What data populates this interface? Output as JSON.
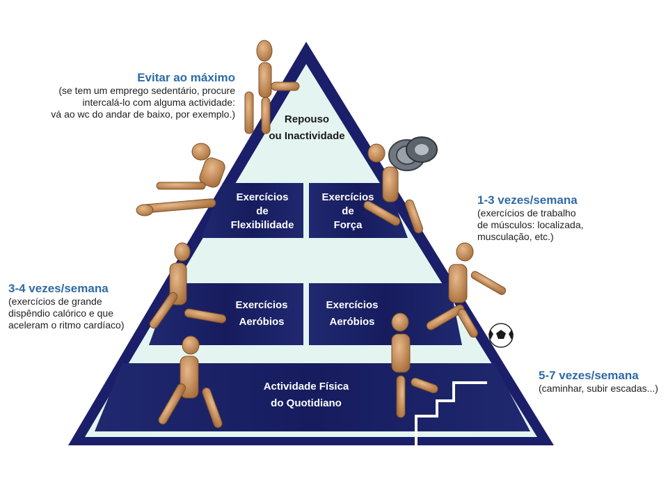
{
  "pyramid": {
    "top": {
      "line1": "Repouso",
      "line2": "ou Inactividade"
    },
    "flex": {
      "line1": "Exercícios",
      "line2": "de",
      "line3": "Flexibilidade"
    },
    "forca": {
      "line1": "Exercícios",
      "line2": "de",
      "line3": "Força"
    },
    "aero_left": {
      "line1": "Exercícios",
      "line2": "Aeróbios"
    },
    "aero_right": {
      "line1": "Exercícios",
      "line2": "Aeróbios"
    },
    "base": {
      "line1": "Actividade Física",
      "line2": "do Quotidiano"
    }
  },
  "labels": {
    "evitar": {
      "heading": "Evitar ao máximo",
      "lines": [
        "(se tem um emprego sedentário, procure",
        "intercalá-lo com alguma actividade:",
        "vá ao wc  do andar de baixo, por exemplo.)"
      ]
    },
    "um_tres": {
      "heading": "1-3 vezes/semana",
      "lines": [
        "(exercícios de trabalho",
        "de músculos: localizada,",
        "musculação, etc.)"
      ]
    },
    "tres_quatro": {
      "heading": "3-4 vezes/semana",
      "lines": [
        "(exercícios de grande",
        "dispêndio calórico e que",
        "aceleram o ritmo cardíaco)"
      ]
    },
    "cinco_sete": {
      "heading": "5-7 vezes/semana",
      "lines": [
        "(caminhar, subir escadas...)"
      ]
    }
  },
  "colors": {
    "navy": "#1b1f6a",
    "pale": "#e4f4f1",
    "heading": "#2e6aa6",
    "wood": "#c8925c"
  },
  "icons": [
    "wooden-mannequin-icon",
    "dumbbell-weights-icon",
    "soccer-ball-icon",
    "stairs-icon"
  ]
}
